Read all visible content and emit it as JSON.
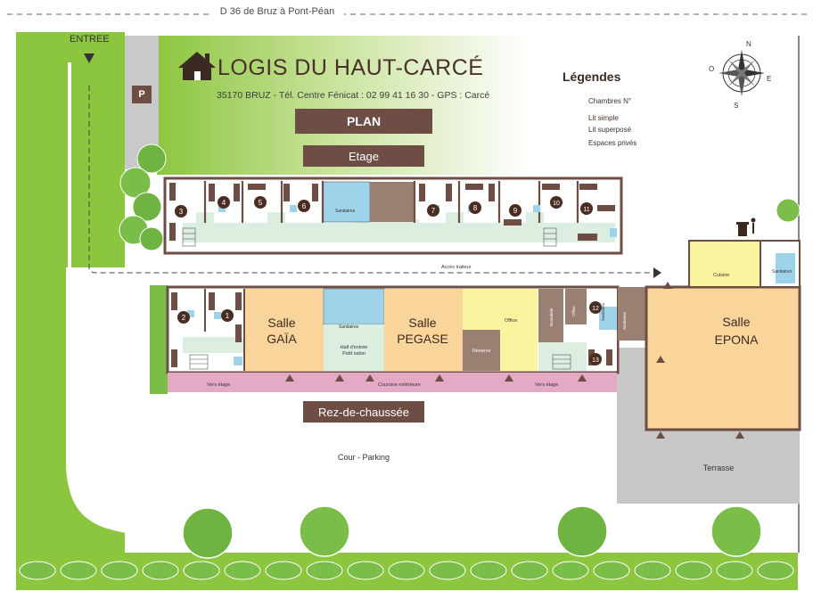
{
  "road": {
    "label": "D 36 de Bruz à Pont-Péan"
  },
  "entrance": {
    "label": "ENTREE"
  },
  "parking_sign": {
    "label": "P"
  },
  "header": {
    "title": "LOGIS DU HAUT-CARCÉ",
    "subtitle": "35170 BRUZ - Tél. Centre Fénicat : 02 99 41 16 30 - GPS : Carcé",
    "plan_label": "PLAN",
    "upper_floor_label": "Etage",
    "ground_floor_label": "Rez-de-chaussée"
  },
  "legend": {
    "title": "Légendes",
    "items": [
      {
        "label": "Chambres N°"
      },
      {
        "label": "Lit simple"
      },
      {
        "label": "Lit superposé"
      },
      {
        "label": "Espaces privés"
      }
    ]
  },
  "compass": {
    "n": "N",
    "s": "S",
    "e": "E",
    "o": "O"
  },
  "upper_floor": {
    "rooms": [
      "3",
      "4",
      "5",
      "6",
      "7",
      "8",
      "9",
      "10",
      "11"
    ],
    "sanitaires": "Sanitaires"
  },
  "access_label": "Accès traiteur",
  "ground_floor": {
    "rooms": [
      "2",
      "1",
      "12",
      "13"
    ],
    "salle_gaia": [
      "Salle",
      "GAÏA"
    ],
    "salle_pegase": [
      "Salle",
      "PEGASE"
    ],
    "salle_epona": [
      "Salle",
      "EPONA"
    ],
    "sanitaires_1": "Sanitaires",
    "sanitaires_2": "Sanitaires",
    "sanitaires_3": "Sanitaires",
    "sanitaires_4": "Sanitaires",
    "hall": [
      "Hall d'entrée",
      "Petit salon"
    ],
    "office": "Office",
    "office_2": "Office",
    "reserve": "Réserve",
    "buanderie": "Buanderie",
    "cuisine": "Cuisine",
    "corridor": "Coursive extérieure",
    "to_floor_left": "Vers étage",
    "to_floor_right": "Vers étage"
  },
  "outside": {
    "courtyard": "Cour - Parking",
    "terrace": "Terrasse"
  },
  "colors": {
    "grass": "#8cc63f",
    "brown": "#6e4d44",
    "salle": "#f9d49b",
    "office": "#faf3a0",
    "sanitaires": "#9fd3ea",
    "corridor": "#e4a9c5",
    "corridor_upper": "#dbeee0",
    "private": "#9a8072",
    "terrace": "#c7c7c7"
  }
}
